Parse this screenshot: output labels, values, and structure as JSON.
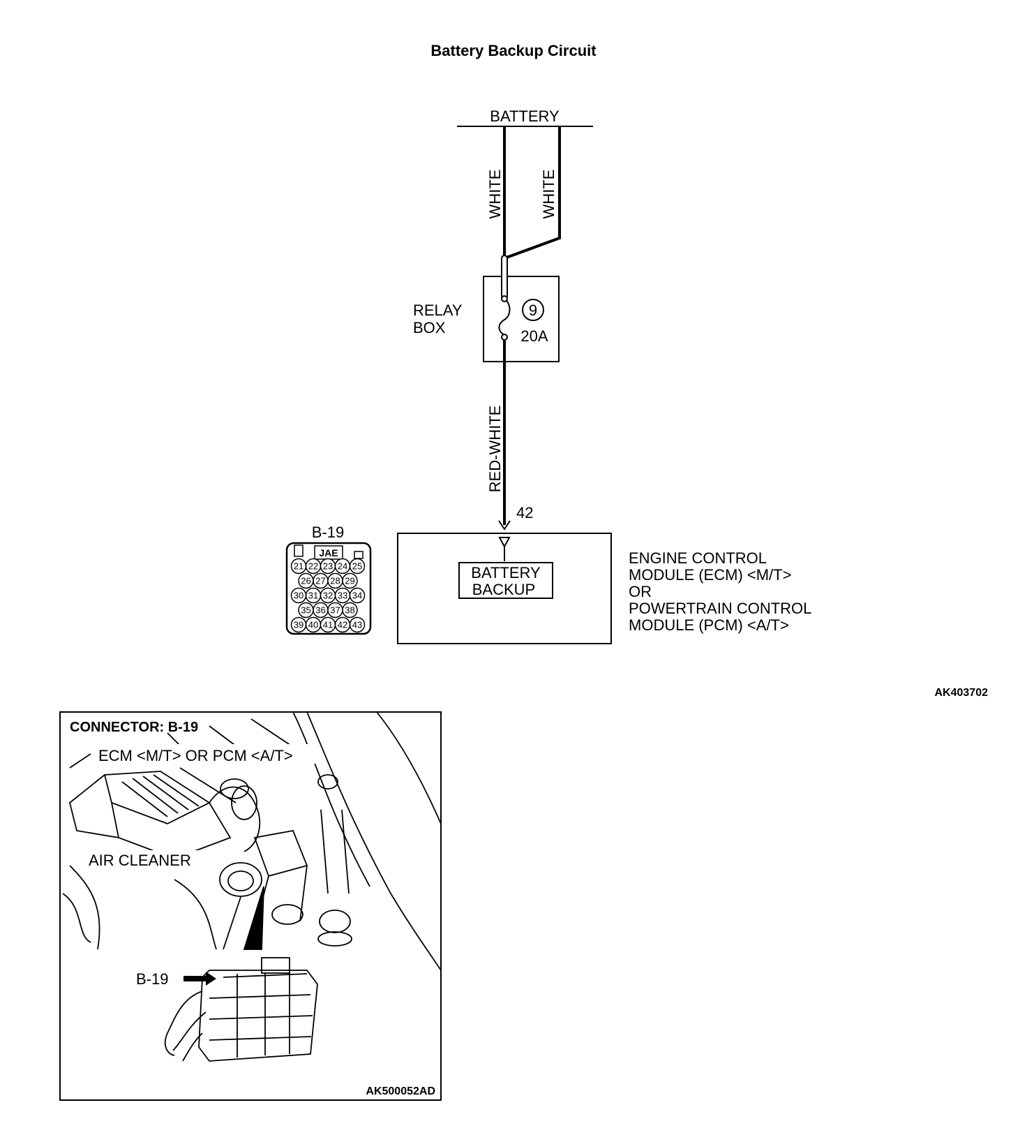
{
  "title": "Battery Backup Circuit",
  "battery_label": "BATTERY",
  "wire_labels": {
    "left": "WHITE",
    "right": "WHITE",
    "lower": "RED-WHITE"
  },
  "relay_box": {
    "label_line1": "RELAY",
    "label_line2": "BOX",
    "fuse_number": "9",
    "fuse_rating": "20A"
  },
  "terminal_number": "42",
  "connector": {
    "name": "B-19",
    "maker": "JAE",
    "pins_row1": [
      "21",
      "22",
      "23",
      "24",
      "25"
    ],
    "pins_row2": [
      "26",
      "27",
      "28",
      "29"
    ],
    "pins_row3": [
      "30",
      "31",
      "32",
      "33",
      "34"
    ],
    "pins_row4": [
      "35",
      "36",
      "37",
      "38"
    ],
    "pins_row5": [
      "39",
      "40",
      "41",
      "42",
      "43"
    ]
  },
  "ecm": {
    "inner_line1": "BATTERY",
    "inner_line2": "BACKUP",
    "line1": "ENGINE CONTROL",
    "line2": "MODULE (ECM) <M/T>",
    "line3": "OR",
    "line4": "POWERTRAIN CONTROL",
    "line5": "MODULE (PCM) <A/T>"
  },
  "figure_code_1": "AK403702",
  "location": {
    "heading": "CONNECTOR: B-19",
    "ecm_label": "ECM <M/T> OR PCM <A/T>",
    "air_cleaner": "AIR CLEANER",
    "connector_pointer": "B-19",
    "figure_code": "AK500052AD"
  }
}
